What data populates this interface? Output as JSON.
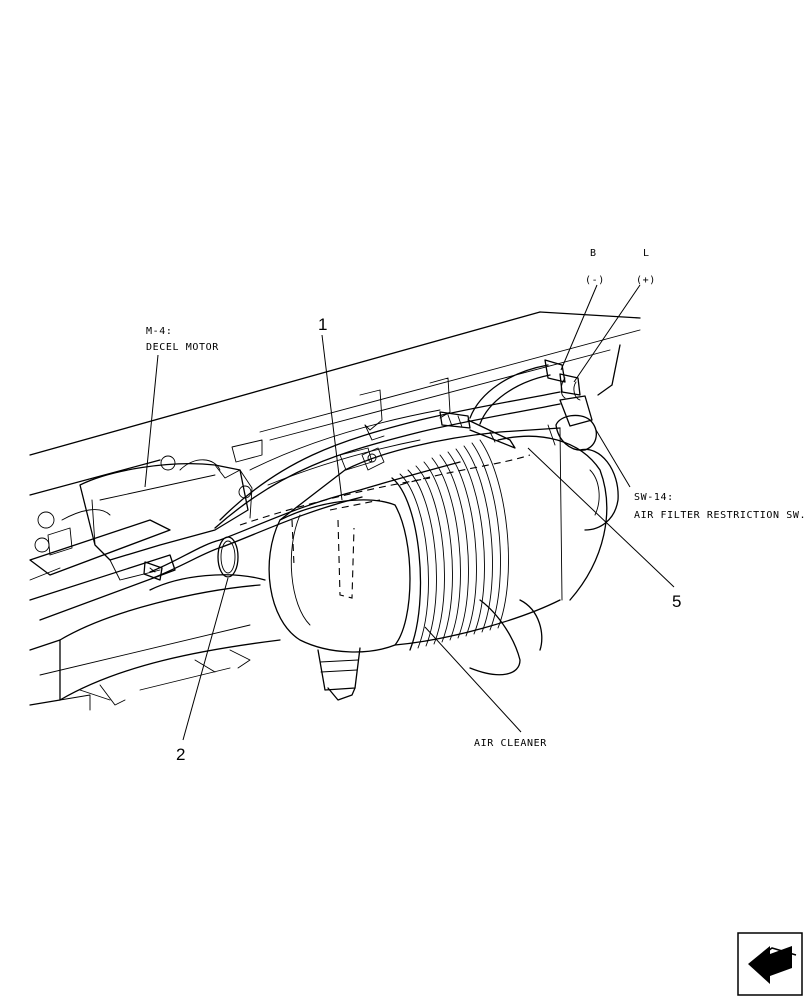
{
  "callouts": {
    "item1": "1",
    "item2": "2",
    "item5": "5"
  },
  "labels": {
    "decel_motor_code": "M-4:",
    "decel_motor_name": "DECEL MOTOR",
    "switch_code": "SW-14:",
    "switch_name": "AIR FILTER RESTRICTION SW.",
    "air_cleaner": "AIR CLEANER",
    "wire_b": "B",
    "wire_l": "L",
    "wire_b_polarity": "(-)",
    "wire_l_polarity": "(+)"
  }
}
